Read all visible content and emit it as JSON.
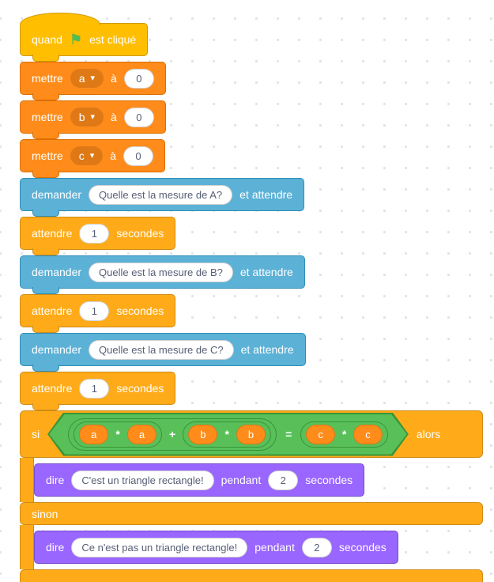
{
  "colors": {
    "events": "#FFBF00",
    "variables": "#FF8C1A",
    "sensing": "#5CB1D6",
    "control": "#FFAB19",
    "operators": "#59C059",
    "looks": "#9966FF",
    "flag_green": "#4cbf56"
  },
  "icons": {
    "green_flag": "⚑",
    "dropdown_arrow": "▾"
  },
  "script": {
    "hat": {
      "quand": "quand",
      "est_clique": "est cliqué"
    },
    "set": {
      "mettre": "mettre",
      "to": "à",
      "value": "0",
      "vars": [
        "a",
        "b",
        "c"
      ]
    },
    "ask": {
      "demander": "demander",
      "et_attendre": "et attendre",
      "questions": [
        "Quelle est la mesure de A?",
        "Quelle est la mesure de B?",
        "Quelle est la mesure de C?"
      ]
    },
    "wait": {
      "attendre": "attendre",
      "value": "1",
      "secondes": "secondes"
    },
    "if": {
      "si": "si",
      "alors": "alors",
      "sinon": "sinon"
    },
    "condition": {
      "vars": [
        "a",
        "a",
        "b",
        "b",
        "c",
        "c"
      ],
      "times": "*",
      "plus": "+",
      "equals": "="
    },
    "say": {
      "dire": "dire",
      "pendant": "pendant",
      "value": "2",
      "secondes": "secondes",
      "then_message": "C'est un triangle rectangle!",
      "else_message": "Ce n'est pas un triangle rectangle!"
    }
  }
}
